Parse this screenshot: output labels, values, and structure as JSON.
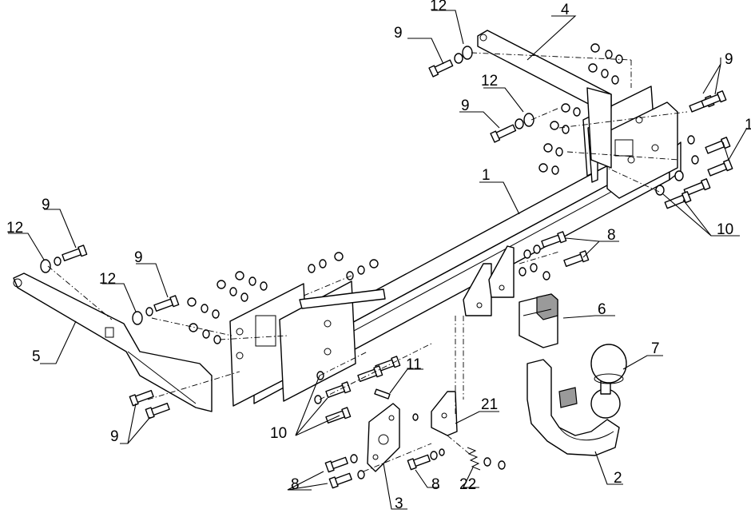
{
  "labels": {
    "part_1": "1",
    "part_2": "2",
    "part_3": "3",
    "part_4": "4",
    "part_5": "5",
    "part_6": "6",
    "part_7": "7",
    "part_8a": "8",
    "part_8b": "8",
    "part_8c": "8",
    "part_9a": "9",
    "part_9b": "9",
    "part_9c": "9",
    "part_9d": "9",
    "part_9e": "9",
    "part_9f": "9",
    "part_10a": "10",
    "part_10b": "10",
    "part_11": "11",
    "part_12a": "12",
    "part_12b": "12",
    "part_12c": "12",
    "part_12d": "12",
    "part_12e": "1",
    "part_21": "21",
    "part_22": "22"
  }
}
